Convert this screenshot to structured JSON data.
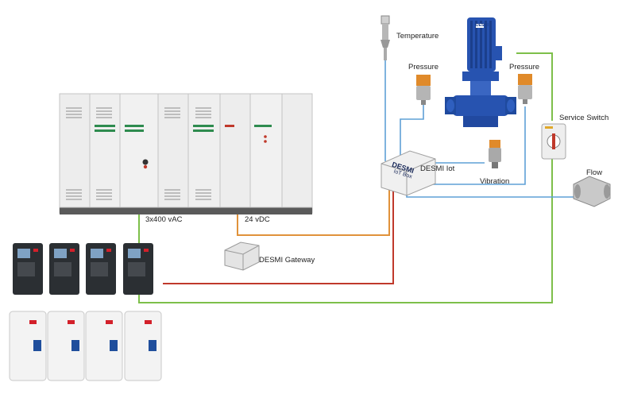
{
  "labels": {
    "temperature": "Temperature",
    "pressure_left": "Pressure",
    "pressure_right": "Pressure",
    "service_switch": "Service Switch",
    "flow": "Flow",
    "desmi_iot": "DESMI Iot",
    "vibration": "Vibration",
    "ac_supply": "3x400 vAC",
    "dc_supply": "24 vDC",
    "desmi_gateway": "DESMI Gateway"
  },
  "box": {
    "brand": "DESMI",
    "subtitle": "IoT Box"
  },
  "pump_badge": "DESMI",
  "colors": {
    "green_wire": "#7dbf4a",
    "orange_wire": "#e0923a",
    "red_wire": "#c0392b",
    "blue_wire": "#5fa0d6",
    "pump_blue": "#2753b0",
    "cabinet": "#ececec",
    "drive_dark": "#2b2f33",
    "drive_light": "#f2f2f2",
    "accent_red": "#d3202a"
  }
}
